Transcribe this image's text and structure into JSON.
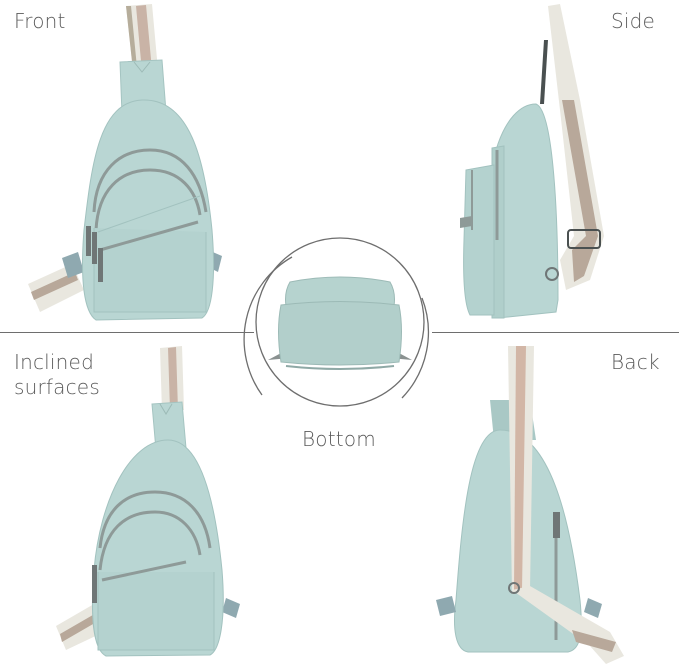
{
  "views": {
    "front": "Front",
    "side": "Side",
    "inclined_line1": "Inclined",
    "inclined_line2": "surfaces",
    "back": "Back",
    "bottom": "Bottom"
  },
  "colors": {
    "bag": "#b9d6d3",
    "bag_shade": "#a4c4c1",
    "zipper": "#8e9a98",
    "strap_light": "#ecebe4",
    "strap_tan": "#b8a89a",
    "strap_brown": "#9a8576",
    "metal": "#6f7676",
    "line": "#6e6e6e",
    "text": "#5a5a5a"
  }
}
